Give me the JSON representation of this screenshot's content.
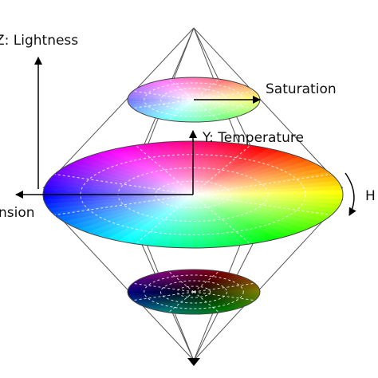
{
  "labels": {
    "lightness_axis": "Z: Lightness",
    "saturation": "Saturation",
    "temperature_axis": "Y: Temperature",
    "tension_axis": "nsion",
    "hue": "H"
  },
  "colors": {
    "line": "#444444",
    "axis": "#000000",
    "grid": "#ffffff"
  }
}
